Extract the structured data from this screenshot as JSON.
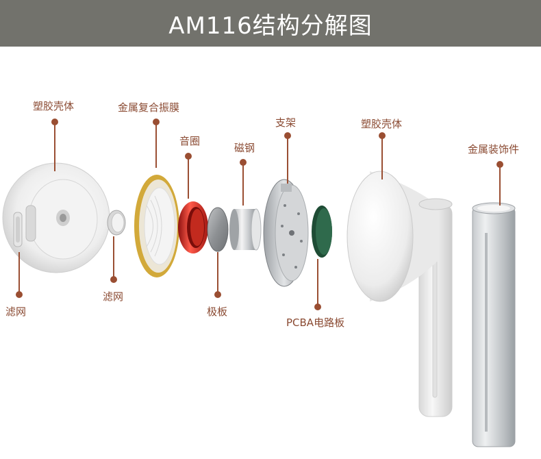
{
  "header": {
    "title": "AM116结构分解图"
  },
  "labels": {
    "plastic_shell_left": "塑胶壳体",
    "metal_diaphragm": "金属复合振膜",
    "voice_coil": "音圈",
    "magnet": "磁钢",
    "bracket": "支架",
    "plastic_shell_right": "塑胶壳体",
    "metal_trim": "金属装饰件",
    "filter_left": "滤网",
    "filter_mid": "滤网",
    "pole_plate": "极板",
    "pcba": "PCBA电路板"
  },
  "colors": {
    "header_bg": "#72726c",
    "label_text": "#8a4a32",
    "leader": "#9a4e32",
    "coil": "#d42a20",
    "diaphragm_rim": "#d2a93a",
    "pcb": "#2f6a4c"
  }
}
